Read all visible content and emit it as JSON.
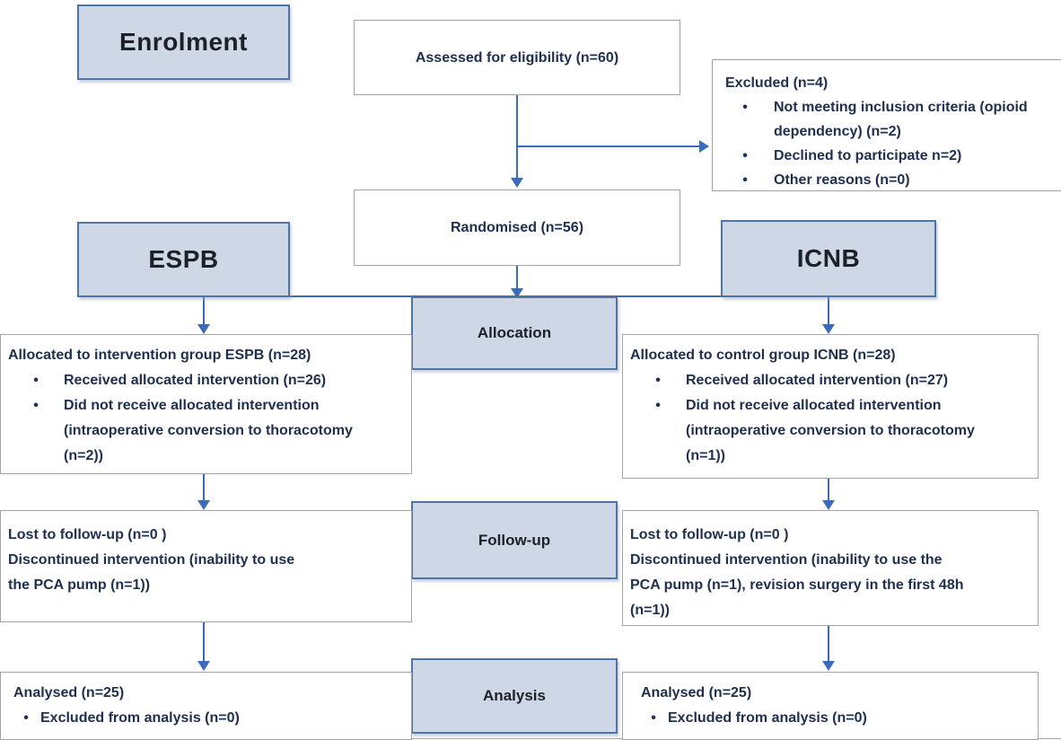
{
  "figure": {
    "type": "CONSORT participant flow diagram",
    "stages": {
      "enrolment": "Enrolment",
      "allocation": "Allocation",
      "follow_up": "Follow-up",
      "analysis": "Analysis"
    },
    "groups": {
      "left": "ESPB",
      "right": "ICNB"
    },
    "assessed": "Assessed for eligibility  (n=60)",
    "randomised": "Randomised  (n=56)",
    "excluded": {
      "title": "Excluded  (n=4)",
      "bullets": [
        "Not meeting inclusion  criteria  (opioid\ndependency) (n=2)",
        "Declined  to participate  n=2)",
        "Other reasons  (n=0)"
      ]
    },
    "allocation_left": {
      "title": "Allocated to intervention  group  ESPB  (n=28)",
      "bullets": [
        "Received allocated intervention  (n=26)",
        "Did not receive  allocated  intervention\n(intraoperative  conversion  to thoracotomy\n(n=2))"
      ]
    },
    "allocation_right": {
      "title": "Allocated to control  group  ICNB (n=28)",
      "bullets": [
        "Received allocated intervention  (n=27)",
        "Did not receive  allocated  intervention\n(intraoperative  conversion  to thoracotomy\n(n=1))"
      ]
    },
    "follow_up_left": "Lost to follow-up  (n=0 )\nDiscontinued  intervention  (inability  to use\nthe PCA pump  (n=1))",
    "follow_up_right": "Lost to follow-up  (n=0 )\nDiscontinued  intervention  (inability  to use the\nPCA pump  (n=1), revision  surgery in the first 48h\n(n=1))",
    "analysis_left": {
      "title": "Analysed (n=25)",
      "bullets": [
        "Excluded  from analysis (n=0)"
      ]
    },
    "analysis_right": {
      "title": "Analysed (n=25)",
      "bullets": [
        "Excluded  from analysis (n=0)"
      ]
    },
    "colors": {
      "stage_fill": "#cdd7e6",
      "stage_border": "#4f74a8",
      "box_border": "#a3a3a3",
      "arrow": "#3a6bbd",
      "text": "#203050"
    }
  }
}
